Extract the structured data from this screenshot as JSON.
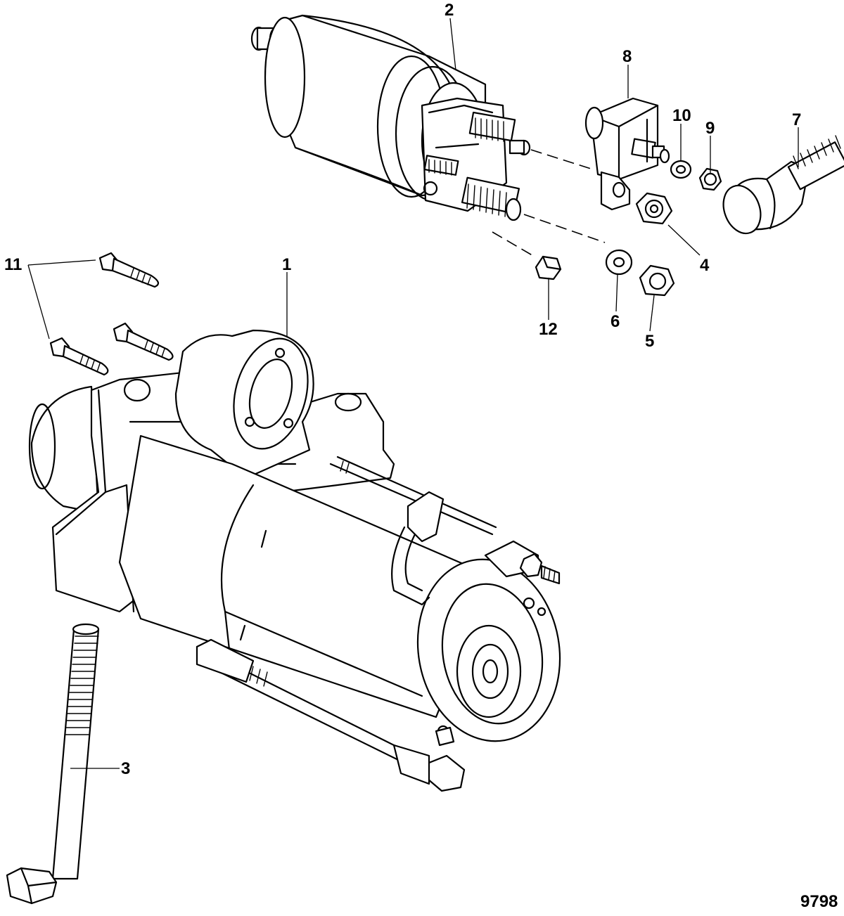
{
  "callouts": [
    {
      "id": "1",
      "label": "1"
    },
    {
      "id": "2",
      "label": "2"
    },
    {
      "id": "3",
      "label": "3"
    },
    {
      "id": "4",
      "label": "4"
    },
    {
      "id": "5",
      "label": "5"
    },
    {
      "id": "6",
      "label": "6"
    },
    {
      "id": "7",
      "label": "7"
    },
    {
      "id": "8",
      "label": "8"
    },
    {
      "id": "9",
      "label": "9"
    },
    {
      "id": "10",
      "label": "10"
    },
    {
      "id": "11",
      "label": "11"
    },
    {
      "id": "12",
      "label": "12"
    }
  ],
  "figure_number": "9798",
  "icons": {
    "starter_motor": "starter-motor-icon",
    "solenoid": "solenoid-icon",
    "bolt": "bolt-icon",
    "nut": "nut-icon",
    "washer": "washer-icon",
    "terminal_boot": "terminal-boot-icon",
    "connector": "connector-icon"
  }
}
